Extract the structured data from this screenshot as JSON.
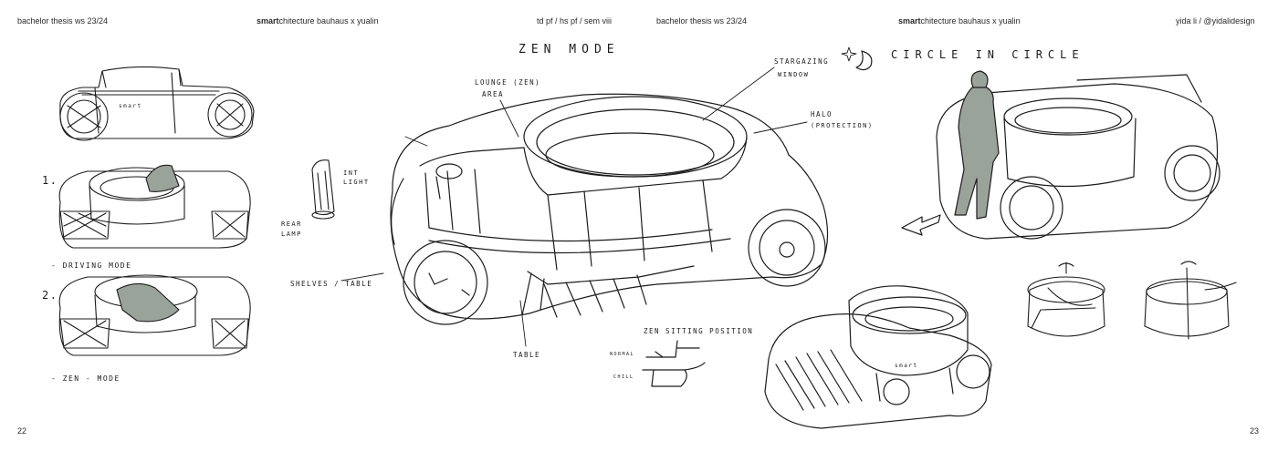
{
  "header": {
    "left_course": "bachelor thesis ws 23/24",
    "left_brand_bold": "smart",
    "left_brand_rest": "chitecture bauhaus x yualin",
    "left_info": "td pf  /  hs pf  /  sem viii",
    "right_course": "bachelor thesis ws 23/24",
    "right_brand_bold": "smart",
    "right_brand_rest": "chitecture bauhaus x yualin",
    "right_author": "yida li  /  @yidalidesign"
  },
  "page_numbers": {
    "left": "22",
    "right": "23"
  },
  "annotations": {
    "zen_mode": "ZEN  MODE",
    "circle_in_circle": "CIRCLE IN CIRCLE",
    "lounge_1": "LOUNGE (ZEN)",
    "lounge_2": "AREA",
    "stargazing_1": "STARGAZING",
    "stargazing_2": "WINDOW",
    "halo_1": "HALO",
    "halo_2": "(PROTECTION)",
    "int_light_1": "INT",
    "int_light_2": "LIGHT",
    "rear_lamp_1": "REAR",
    "rear_lamp_2": "LAMP",
    "shelves": "SHELVES / TABLE",
    "table": "TABLE",
    "zen_sitting": "ZEN  SITTING  POSITION",
    "normal": "NORMAL",
    "chill": "CHILL",
    "num_1": "1.",
    "num_2": "2.",
    "driving_mode": "- DRIVING  MODE",
    "zen_mode_small": "- ZEN  -  MODE",
    "smart_small": "smart"
  },
  "colors": {
    "ink": "#1c1c1c",
    "figure_fill": "#9aa39a",
    "paper": "#ffffff"
  }
}
